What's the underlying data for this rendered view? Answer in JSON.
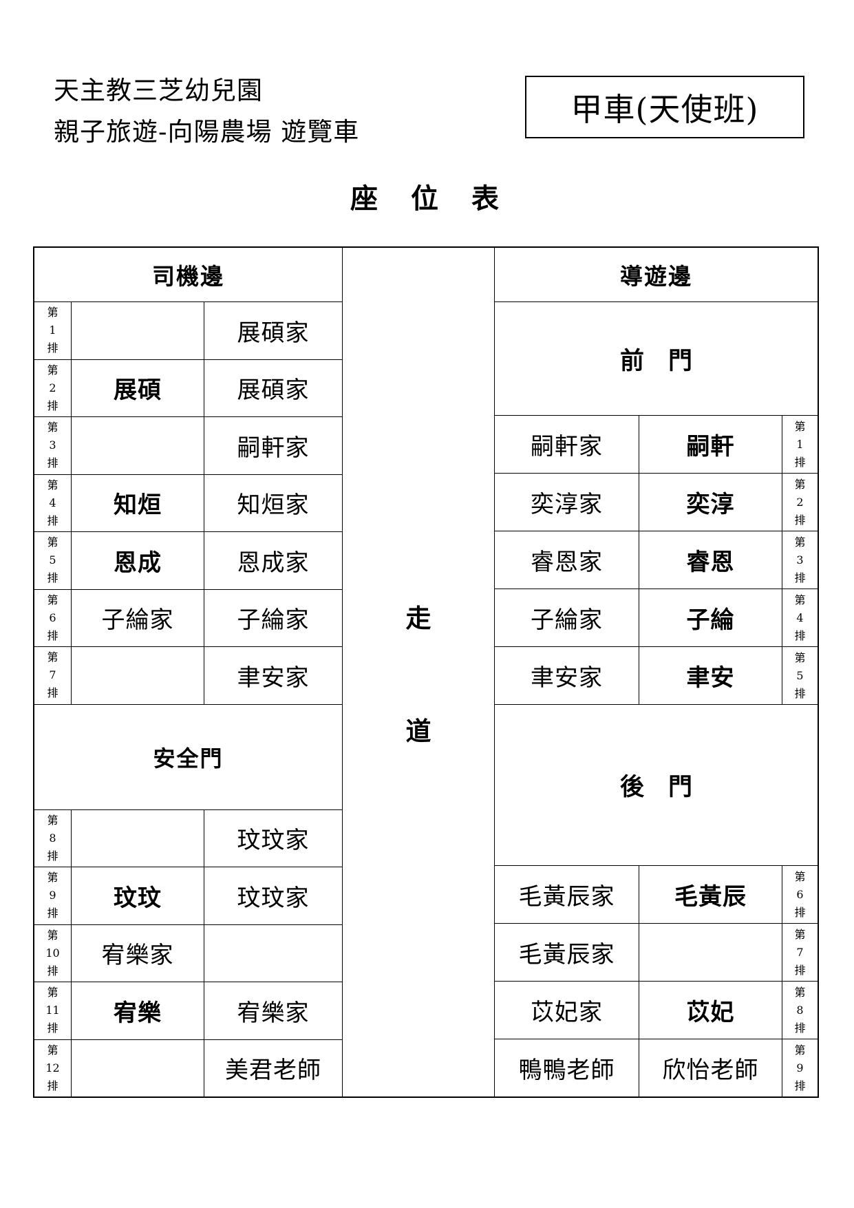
{
  "page": {
    "school": "天主教三芝幼兒園",
    "trip": "親子旅遊-向陽農場 遊覽車",
    "bus": "甲車(天使班)",
    "title": "座　位　表"
  },
  "table": {
    "driver_header": "司機邊",
    "guide_header": "導遊邊",
    "aisle_chars": [
      "走",
      "道"
    ],
    "safety_door": "安全門",
    "front_door": "前　門",
    "back_door": "後　門",
    "row_word": [
      "第",
      "排"
    ],
    "driver_rows": [
      {
        "no": "1",
        "window": "",
        "aisle": "展碩家",
        "window_bold": false
      },
      {
        "no": "2",
        "window": "展碩",
        "aisle": "展碩家",
        "window_bold": true
      },
      {
        "no": "3",
        "window": "",
        "aisle": "嗣軒家",
        "window_bold": false
      },
      {
        "no": "4",
        "window": "知烜",
        "aisle": "知烜家",
        "window_bold": true
      },
      {
        "no": "5",
        "window": "恩成",
        "aisle": "恩成家",
        "window_bold": true
      },
      {
        "no": "6",
        "window": "子綸家",
        "aisle": "子綸家",
        "window_bold": false
      },
      {
        "no": "7",
        "window": "",
        "aisle": "聿安家",
        "window_bold": false
      },
      {
        "no": "8",
        "window": "",
        "aisle": "玟玟家",
        "window_bold": false
      },
      {
        "no": "9",
        "window": "玟玟",
        "aisle": "玟玟家",
        "window_bold": true
      },
      {
        "no": "10",
        "window": "宥樂家",
        "aisle": "",
        "window_bold": false
      },
      {
        "no": "11",
        "window": "宥樂",
        "aisle": "宥樂家",
        "window_bold": true
      },
      {
        "no": "12",
        "window": "",
        "aisle": "美君老師",
        "window_bold": false
      }
    ],
    "guide_rows": [
      {
        "no": "1",
        "aisle": "嗣軒家",
        "window": "嗣軒",
        "window_bold": true
      },
      {
        "no": "2",
        "aisle": "奕淳家",
        "window": "奕淳",
        "window_bold": true
      },
      {
        "no": "3",
        "aisle": "睿恩家",
        "window": "睿恩",
        "window_bold": true
      },
      {
        "no": "4",
        "aisle": "子綸家",
        "window": "子綸",
        "window_bold": true
      },
      {
        "no": "5",
        "aisle": "聿安家",
        "window": "聿安",
        "window_bold": true
      },
      {
        "no": "6",
        "aisle": "毛黃辰家",
        "window": "毛黃辰",
        "window_bold": true
      },
      {
        "no": "7",
        "aisle": "毛黃辰家",
        "window": "",
        "window_bold": false
      },
      {
        "no": "8",
        "aisle": "苡妃家",
        "window": "苡妃",
        "window_bold": true
      },
      {
        "no": "9",
        "aisle": "鴨鴨老師",
        "window": "欣怡老師",
        "window_bold": false
      }
    ]
  }
}
